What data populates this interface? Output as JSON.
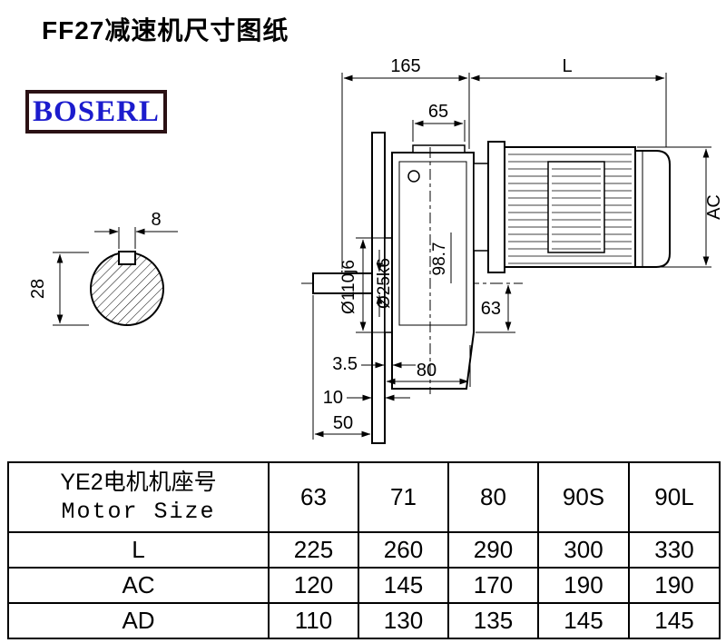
{
  "page": {
    "title": "FF27减速机尺寸图纸"
  },
  "logo": {
    "text": "BOSERL"
  },
  "drawing": {
    "labels": {
      "dim_165": "165",
      "dim_L": "L",
      "dim_65": "65",
      "dim_AC": "AC",
      "dim_8": "8",
      "dim_28": "28",
      "dim_d110": "Ø110j6",
      "dim_d25": "Ø25k6",
      "dim_98_7": "98.7",
      "dim_63": "63",
      "dim_3_5": "3.5",
      "dim_10": "10",
      "dim_50": "50",
      "dim_80": "80"
    }
  },
  "table": {
    "header_col": {
      "line1": "YE2电机机座号",
      "line2": "Motor Size"
    },
    "columns": [
      "63",
      "71",
      "80",
      "90S",
      "90L"
    ],
    "rows": [
      {
        "label": "L",
        "values": [
          "225",
          "260",
          "290",
          "300",
          "330"
        ]
      },
      {
        "label": "AC",
        "values": [
          "120",
          "145",
          "170",
          "190",
          "190"
        ]
      },
      {
        "label": "AD",
        "values": [
          "110",
          "130",
          "135",
          "145",
          "145"
        ]
      }
    ]
  }
}
